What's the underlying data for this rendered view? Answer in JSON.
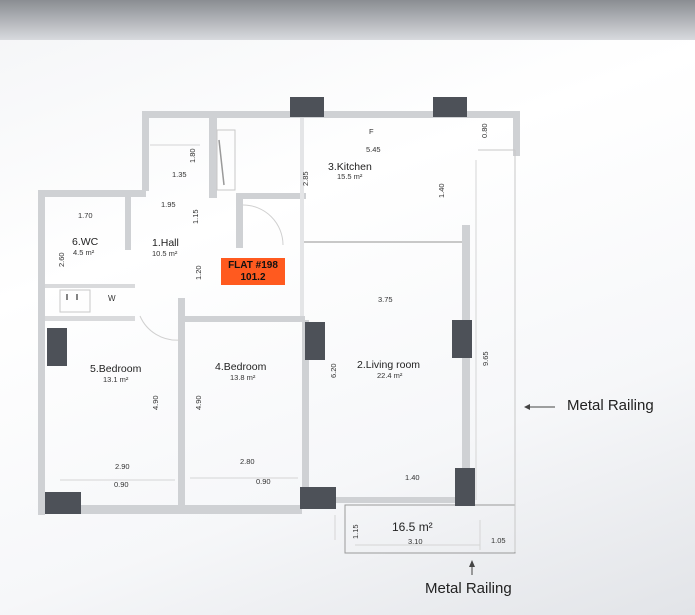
{
  "flat": {
    "title": "FLAT #198",
    "total_area": "101.2"
  },
  "rooms": {
    "hall": {
      "name": "1.Hall",
      "area": "10.5 m²"
    },
    "living": {
      "name": "2.Living room",
      "area": "22.4 m²"
    },
    "kitchen": {
      "name": "3.Kitchen",
      "area": "15.5 m²"
    },
    "bedroom4": {
      "name": "4.Bedroom",
      "area": "13.8 m²"
    },
    "bedroom5": {
      "name": "5.Bedroom",
      "area": "13.1 m²"
    },
    "wc": {
      "name": "6.WC",
      "area": "4.5 m²"
    }
  },
  "balcony": {
    "area": "16.5 m²"
  },
  "markers": {
    "f": "F",
    "w": "W"
  },
  "dims": {
    "d545": "5.45",
    "d080": "0.80",
    "d135": "1.35",
    "d180": "1.80",
    "d285": "2.85",
    "d140a": "1.40",
    "d195": "1.95",
    "d170": "1.70",
    "d115a": "1.15",
    "d260": "2.60",
    "d120": "1.20",
    "d375": "3.75",
    "d965": "9.65",
    "d620": "6.20",
    "d490a": "4.90",
    "d490b": "4.90",
    "d290": "2.90",
    "d280": "2.80",
    "d090a": "0.90",
    "d090b": "0.90",
    "d140b": "1.40",
    "d115b": "1.15",
    "d310": "3.10",
    "d105": "1.05"
  },
  "labels": {
    "rail_right": "Metal Railing",
    "rail_bottom": "Metal Railing"
  }
}
